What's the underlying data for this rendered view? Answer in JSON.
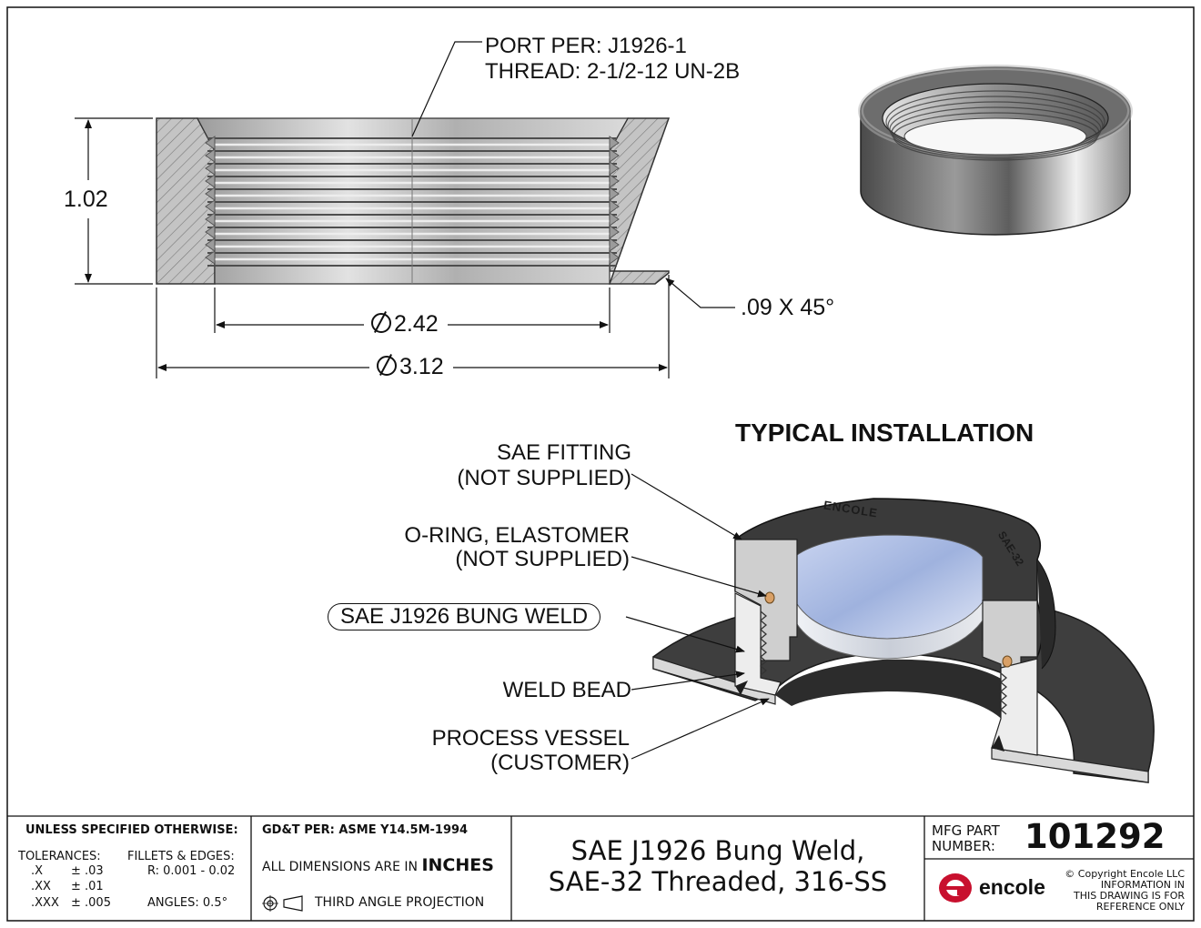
{
  "port_callout": {
    "line1": "PORT PER:  J1926-1",
    "line2": "THREAD:     2-1/2-12 UN-2B"
  },
  "dimensions": {
    "height": "1.02",
    "inner_diameter": "2.42",
    "outer_diameter": "3.12",
    "chamfer": ".09 X 45°"
  },
  "installation": {
    "title": "TYPICAL INSTALLATION",
    "fitting_line1": "SAE FITTING",
    "fitting_line2": "(NOT SUPPLIED)",
    "oring_line1": "O-RING, ELASTOMER",
    "oring_line2": "(NOT SUPPLIED)",
    "bung": "SAE J1926 BUNG WELD",
    "weld": "WELD BEAD",
    "vessel_line1": "PROCESS VESSEL",
    "vessel_line2": "(CUSTOMER)",
    "fitting_mark_brand": "ENCOLE",
    "fitting_mark_size": "SAE-32"
  },
  "title_block": {
    "unless": "UNLESS SPECIFIED OTHERWISE:",
    "tolerances": "TOLERANCES:",
    "tol_x": ".X",
    "tol_x_val": "± .03",
    "tol_xx": ".XX",
    "tol_xx_val": "± .01",
    "tol_xxx": ".XXX",
    "tol_xxx_val": "± .005",
    "fillets": "FILLETS & EDGES:",
    "fillets_val": "R: 0.001 - 0.02",
    "angles": "ANGLES:  0.5°",
    "gdt": "GD&T PER: ASME Y14.5M-1994",
    "dims_prefix": "ALL DIMENSIONS ARE IN",
    "dims_unit": "INCHES",
    "projection": "THIRD ANGLE PROJECTION",
    "part_title_line1": "SAE J1926 Bung Weld,",
    "part_title_line2": "SAE-32 Threaded, 316-SS",
    "mfg_label_line1": "MFG PART",
    "mfg_label_line2": "NUMBER:",
    "part_number": "101292",
    "brand": "encole",
    "copyright": "© Copyright Encole LLC",
    "note_line1": "INFORMATION IN",
    "note_line2": "THIS DRAWING IS FOR",
    "note_line3": "REFERENCE ONLY"
  },
  "colors": {
    "section_hatch": "#b4b4b4",
    "thread_gray": "#8a8a8a",
    "dark_metal": "#3b3b3b",
    "fluid_blue": "#a9bde3",
    "oring": "#d9a066",
    "brand_red": "#c8102e"
  }
}
